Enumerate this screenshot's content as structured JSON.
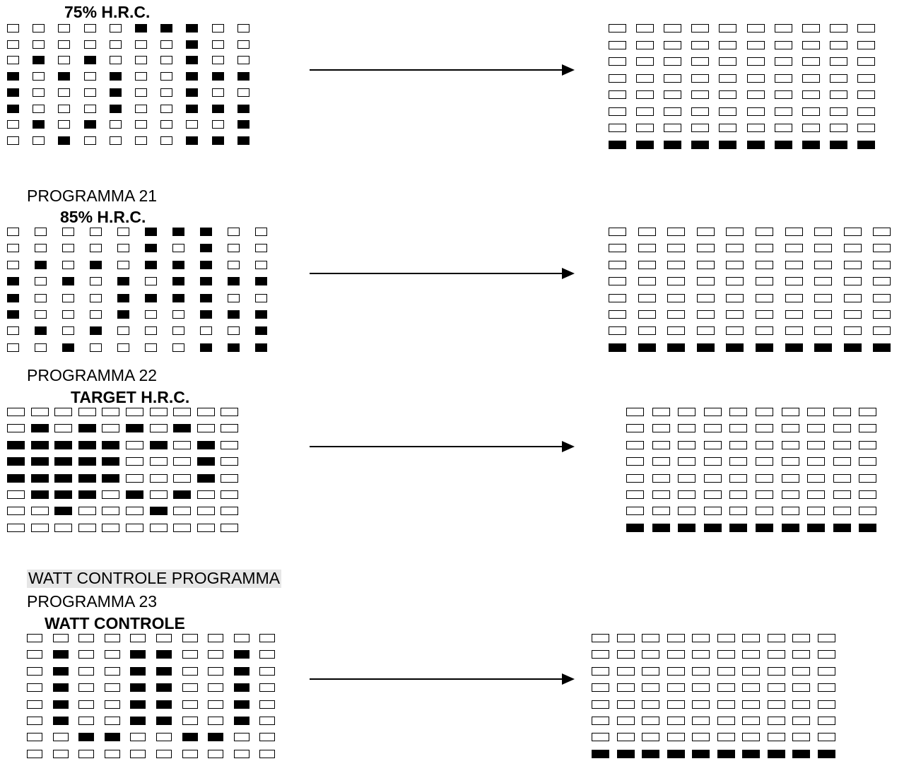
{
  "sections": [
    {
      "program": "",
      "title": "75% H.R.C.",
      "left_grid": [
        "0000011100",
        "0000000100",
        "0101000100",
        "1010100111",
        "1000100100",
        "1000100111",
        "0101000001",
        "0010000111"
      ],
      "right_grid": [
        "0000000000",
        "0000000000",
        "0000000000",
        "0000000000",
        "0000000000",
        "0000000000",
        "0000000000",
        "1111111111"
      ]
    },
    {
      "program": "PROGRAMMA 21",
      "title": "85% H.R.C.",
      "left_grid": [
        "0000011100",
        "0000010100",
        "0101011100",
        "1010101111",
        "1000111100",
        "1000100111",
        "0101000001",
        "0010000111"
      ],
      "right_grid": [
        "0000000000",
        "0000000000",
        "0000000000",
        "0000000000",
        "0000000000",
        "0000000000",
        "0000000000",
        "1111111111"
      ]
    },
    {
      "program": "PROGRAMMA 22",
      "title": "TARGET H.R.C.",
      "left_grid": [
        "0000000000",
        "0101010100",
        "1111101010",
        "1111100010",
        "1111100010",
        "0111010100",
        "0010001000",
        "0000000000"
      ],
      "right_grid": [
        "0000000000",
        "0000000000",
        "0000000000",
        "0000000000",
        "0000000000",
        "0000000000",
        "0000000000",
        "1111111111"
      ]
    },
    {
      "heading": "WATT CONTROLE  PROGRAMMA",
      "program": "PROGRAMMA 23",
      "title": "WATT CONTROLE",
      "left_grid": [
        "0000000000",
        "0100110010",
        "0100110010",
        "0100110010",
        "0100110010",
        "0100110010",
        "0011001100",
        "0000000000"
      ],
      "right_grid": [
        "0000000000",
        "0000000000",
        "0000000000",
        "0000000000",
        "0000000000",
        "0000000000",
        "0000000000",
        "1111111111"
      ]
    }
  ]
}
